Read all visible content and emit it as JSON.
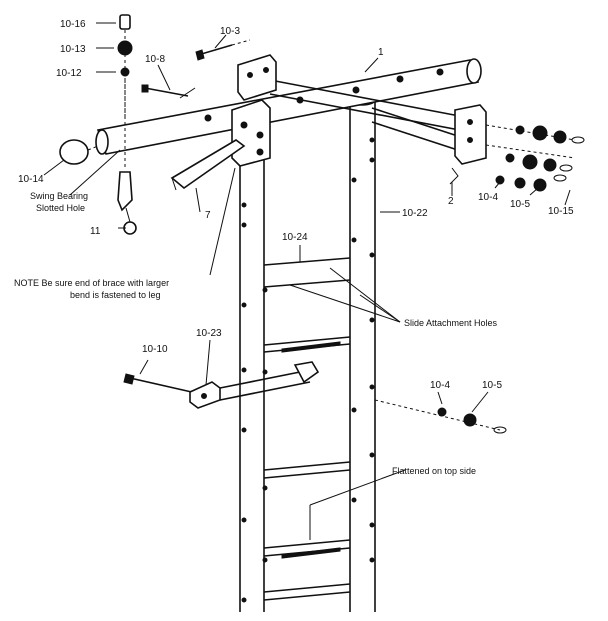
{
  "labels": {
    "l_10_16": "10-16",
    "l_10_13": "10-13",
    "l_10_12": "10-12",
    "l_10_8": "10-8",
    "l_10_3": "10-3",
    "l_1": "1",
    "l_10_14": "10-14",
    "l_swing1": "Swing Bearing",
    "l_swing2": "Slotted Hole",
    "l_11": "11",
    "l_7": "7",
    "l_2": "2",
    "l_10_4_top": "10-4",
    "l_10_5_top": "10-5",
    "l_10_15": "10-15",
    "l_10_22": "10-22",
    "l_10_24": "10-24",
    "l_note1": "NOTE  Be sure end of brace with larger",
    "l_note2": "bend is fastened to leg",
    "l_slide": "Slide Attachment Holes",
    "l_10_10": "10-10",
    "l_10_23": "10-23",
    "l_10_4_bot": "10-4",
    "l_10_5_bot": "10-5",
    "l_flat": "Flattened on top side"
  }
}
